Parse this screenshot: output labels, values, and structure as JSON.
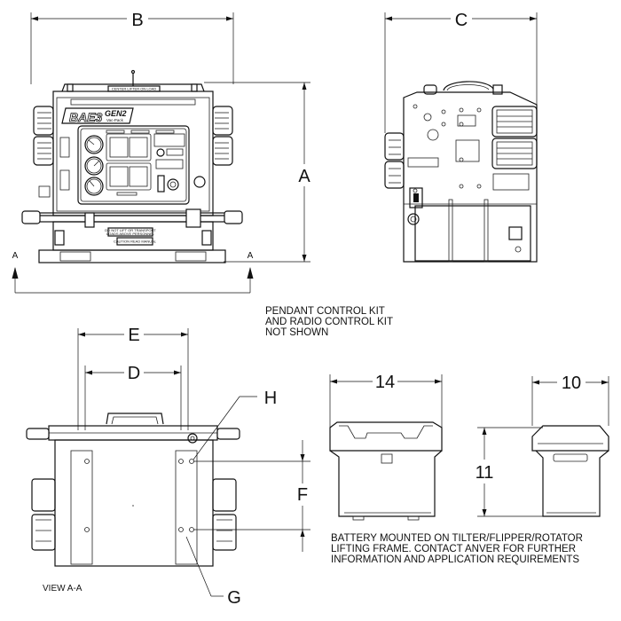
{
  "dimensions": {
    "b": "B",
    "c": "C",
    "a": "A",
    "e": "E",
    "d": "D",
    "f": "F",
    "h": "H",
    "g": "G",
    "w14": "14",
    "w10": "10",
    "h11": "11"
  },
  "section_marks": {
    "left": "A",
    "right": "A"
  },
  "notes": {
    "pendant": [
      "PENDANT CONTROL KIT",
      "AND RADIO CONTROL KIT",
      "NOT SHOWN"
    ],
    "battery": [
      "BATTERY MOUNTED ON TILTER/FLIPPER/ROTATOR",
      "LIFTING FRAME.  CONTACT ANVER FOR FURTHER",
      "INFORMATION AND APPLICATION REQUIREMENTS"
    ],
    "view": "VIEW A-A"
  },
  "unit_labels": {
    "brand": "BAE3",
    "model": "GEN2",
    "model_sub": "Vac-Pack",
    "center_lifter": "CENTER LIFTER ON LOAD",
    "no_lift_1": "DO NOT LIFT OR TRANSPORT",
    "no_lift_2": "LOADS ABOVE PERSONNEL",
    "caution": "CAUTION READ MANUAL"
  }
}
